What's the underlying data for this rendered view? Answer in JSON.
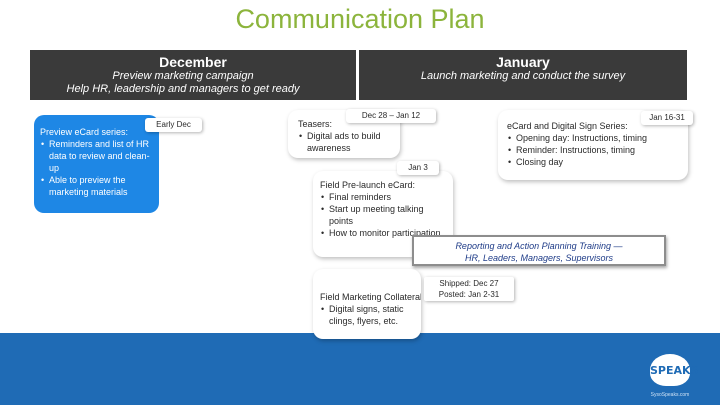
{
  "title": "Communication Plan",
  "months": {
    "december": {
      "name": "December",
      "line1": "Preview marketing campaign",
      "line2": "Help HR, leadership and managers to get ready"
    },
    "january": {
      "name": "January",
      "line1": "Launch marketing and conduct the survey"
    }
  },
  "preview": {
    "date": "Early Dec",
    "heading": "Preview eCard series:",
    "items": [
      "Reminders and list of HR data to review and clean-up",
      "Able to preview the marketing materials"
    ]
  },
  "teasers": {
    "date": "Dec 28 – Jan 12",
    "heading": "Teasers:",
    "items": [
      "Digital ads to build awareness"
    ]
  },
  "ecard_sign": {
    "date": "Jan 16-31",
    "heading": "eCard and Digital Sign Series:",
    "items": [
      "Opening day: Instructions, timing",
      "Reminder: Instructions, timing",
      "Closing day"
    ]
  },
  "field_prelaunch": {
    "date": "Jan 3",
    "heading": "Field Pre-launch eCard:",
    "items": [
      "Final reminders",
      "Start up meeting talking points",
      "How to monitor participation"
    ]
  },
  "training": {
    "line1": "Reporting and Action Planning Training —",
    "line2": "HR, Leaders, Managers, Supervisors"
  },
  "field_marketing": {
    "heading": "Field Marketing Collateral:",
    "items": [
      "Digital signs, static clings, flyers, etc."
    ],
    "shipped": "Shipped: Dec 27",
    "posted": "Posted: Jan 2-31"
  },
  "logo": {
    "name": "SPEAKS",
    "url": "SysoSpeaks.com"
  },
  "colors": {
    "title": "#8cb43c",
    "month_bar": "#3a3a3a",
    "box_blue": "#1e87e5",
    "band": "#1f6bb5",
    "training_text": "#1f3c88"
  }
}
